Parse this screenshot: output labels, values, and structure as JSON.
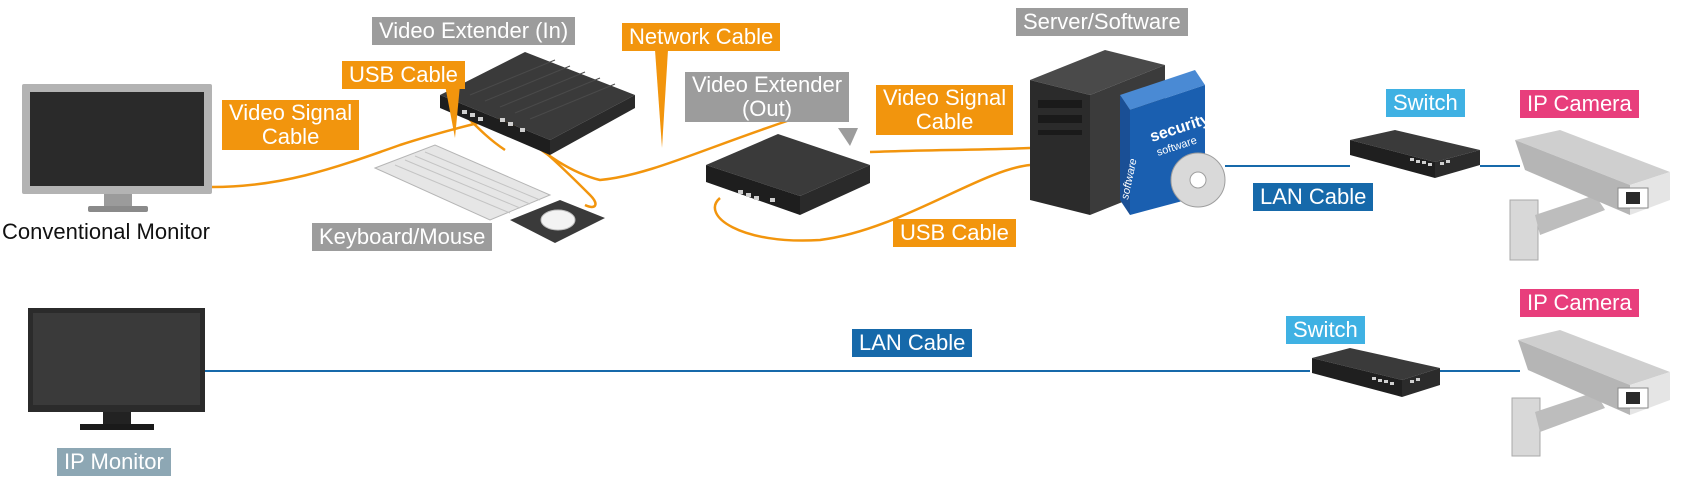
{
  "labels": {
    "video_extender_in": "Video Extender (In)",
    "network_cable": "Network Cable",
    "server_software": "Server/Software",
    "usb_cable_top": "USB Cable",
    "video_signal_cable_left": "Video Signal\nCable",
    "video_extender_out": "Video Extender\n(Out)",
    "video_signal_cable_right": "Video Signal\nCable",
    "switch_top": "Switch",
    "ip_camera_top": "IP Camera",
    "conventional_monitor": "Conventional Monitor",
    "keyboard_mouse": "Keyboard/Mouse",
    "usb_cable_bottom": "USB Cable",
    "lan_cable_top": "LAN Cable",
    "lan_cable_bottom": "LAN Cable",
    "switch_bottom": "Switch",
    "ip_camera_bottom": "IP Camera",
    "ip_monitor": "IP Monitor"
  },
  "box_text": {
    "line1": "security",
    "line2": "software",
    "spine": "software"
  },
  "colors": {
    "orange_cable": "#f2950d",
    "lan_blue": "#1669aa",
    "device_dark": "#2b2b2b",
    "box_blue": "#1a5fb0"
  }
}
